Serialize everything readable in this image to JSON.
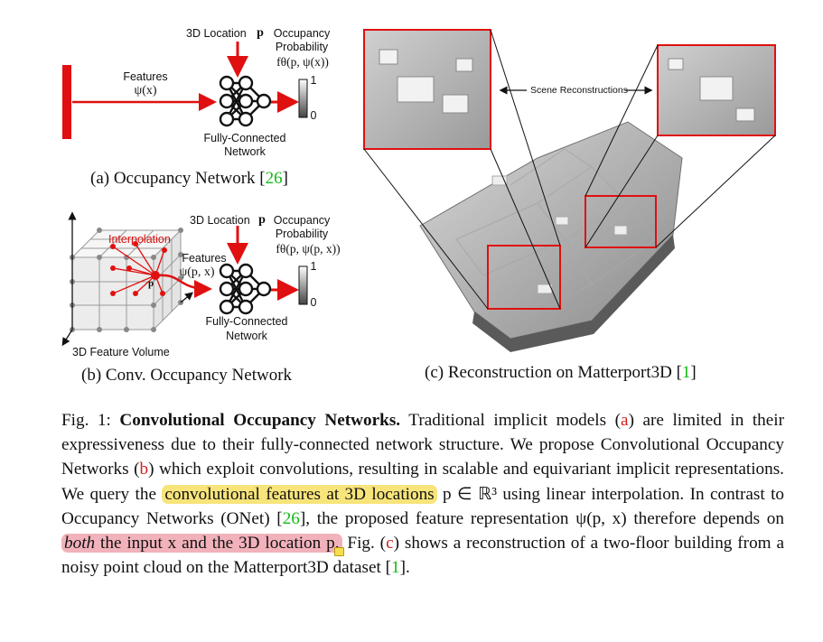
{
  "panel_a": {
    "features_label": "Features",
    "features_symbol": "ψ(x)",
    "location_label": "3D Location",
    "location_symbol": "p",
    "occupancy_label_1": "Occupancy",
    "occupancy_label_2": "Probability",
    "occupancy_symbol": "fθ(p, ψ(x))",
    "scale_top": "1",
    "scale_bottom": "0",
    "network_label_1": "Fully-Connected",
    "network_label_2": "Network",
    "caption_text": "(a) Occupancy Network [",
    "caption_cite": "26",
    "caption_end": "]"
  },
  "panel_b": {
    "interpolation_label": "Interpolation",
    "point_label": "p",
    "features_label": "Features",
    "features_symbol": "ψ(p, x)",
    "location_label": "3D Location",
    "location_symbol": "p",
    "occupancy_label_1": "Occupancy",
    "occupancy_label_2": "Probability",
    "occupancy_symbol": "fθ(p, ψ(p, x))",
    "scale_top": "1",
    "scale_bottom": "0",
    "network_label_1": "Fully-Connected",
    "network_label_2": "Network",
    "volume_label": "3D Feature Volume",
    "caption_text": "(b) Conv. Occupancy Network"
  },
  "panel_c": {
    "scene_label": "Scene Reconstructions",
    "caption_text": "(c) Reconstruction on Matterport3D [",
    "caption_cite": "1",
    "caption_end": "]"
  },
  "caption": {
    "fig_label": "Fig. 1: ",
    "title": "Convolutional Occupancy Networks.",
    "s1": " Traditional implicit models (",
    "ref_a": "a",
    "s2": ") are limited in their expressiveness due to their fully-connected network structure. We propose Convolutional Occupancy Networks (",
    "ref_b": "b",
    "s3": ") which exploit convolutions, resulting in scalable and equivariant implicit representations. We query the ",
    "hl1": "convolutional features at 3D locations",
    "s4": " p ∈ ℝ³ using linear interpolation. In contrast to Occupancy Networks (ONet) [",
    "cite_onet": "26",
    "s5": "], the proposed feature representation ψ(p, x) therefore depends on ",
    "hl2_italic": "both",
    "hl2_rest": " the input x and the 3D location p.",
    "s6": " Fig. (",
    "ref_c": "c",
    "s7": ") shows a reconstruction of a two-floor building from a noisy point cloud on the Matterport3D dataset [",
    "cite_mp": "1",
    "s8": "]."
  },
  "colors": {
    "accent_red": "#e01010",
    "cite_green": "#14b814",
    "highlight_yellow": "#f7e47a",
    "highlight_pink": "#f2b2bb"
  }
}
